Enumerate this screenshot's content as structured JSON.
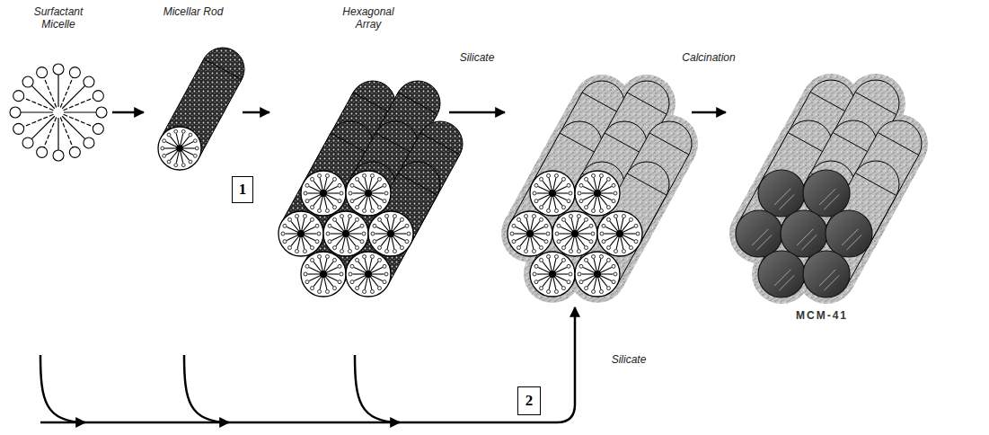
{
  "diagram": {
    "nodes": [
      {
        "text": [
          "Surfactant Micelle"
        ]
      },
      {
        "text": [
          "Micellar Rod"
        ]
      },
      {
        "text": [
          "1"
        ]
      },
      {
        "text": [
          "Hexagonal Array"
        ]
      },
      {
        "text": [
          "MCM-41"
        ]
      },
      {
        "text": [
          "2"
        ]
      }
    ],
    "edges": [
      {
        "from": 0,
        "to": 1,
        "arrow": "to"
      },
      {
        "from": 1,
        "to": 3,
        "arrow": "to"
      }
    ],
    "labels": [
      "Silicate",
      "Calcination",
      "Silicate"
    ]
  }
}
